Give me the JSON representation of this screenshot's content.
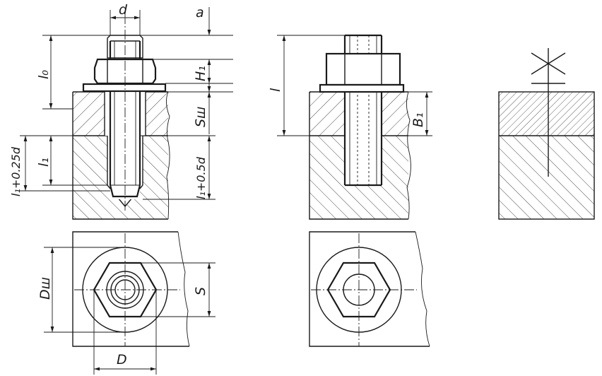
{
  "labels": {
    "d": "d",
    "a": "a",
    "l0": "l₀",
    "H1": "H₁",
    "Sw": "Sш",
    "l1_025d": "l₁+0.25d",
    "l1": "l₁",
    "l1_05d": "l₁+0.5d",
    "l": "l",
    "B1": "B₁",
    "Dw": "Dш",
    "S": "S",
    "D": "D"
  }
}
